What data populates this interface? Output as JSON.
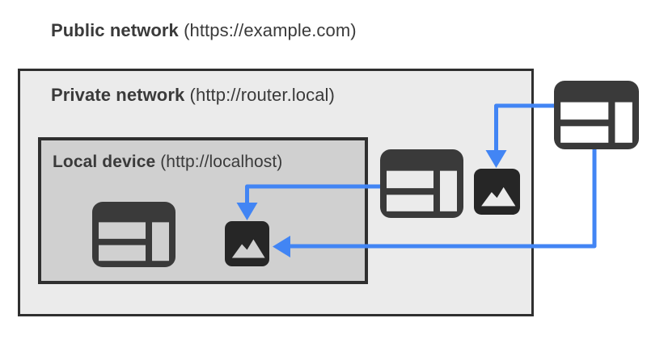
{
  "diagram": {
    "zones": {
      "public": {
        "bold": "Public network",
        "rest": " (https://example.com)"
      },
      "private": {
        "bold": "Private network",
        "rest": " (http://router.local)"
      },
      "local": {
        "bold": "Local device",
        "rest": " (http://localhost)"
      }
    },
    "nodes": {
      "public_browser": "browser-window",
      "private_browser": "browser-window",
      "private_image": "image",
      "local_browser": "browser-window",
      "local_image": "image"
    },
    "connections": [
      {
        "from": "public-network-browser",
        "to": "private-network-image"
      },
      {
        "from": "public-network-browser",
        "to": "local-device-image"
      },
      {
        "from": "private-network-browser",
        "to": "local-device-image"
      }
    ]
  },
  "colors": {
    "page-bg": "#ffffff",
    "arrow-blue": "#4285f4",
    "browser-icon": "#3a3a3a",
    "image-icon": "#262626",
    "private-bg": "#ebebeb",
    "local-bg": "#d0d0d0",
    "box-border": "#2f2f2f",
    "text": "#3a3a3a"
  }
}
